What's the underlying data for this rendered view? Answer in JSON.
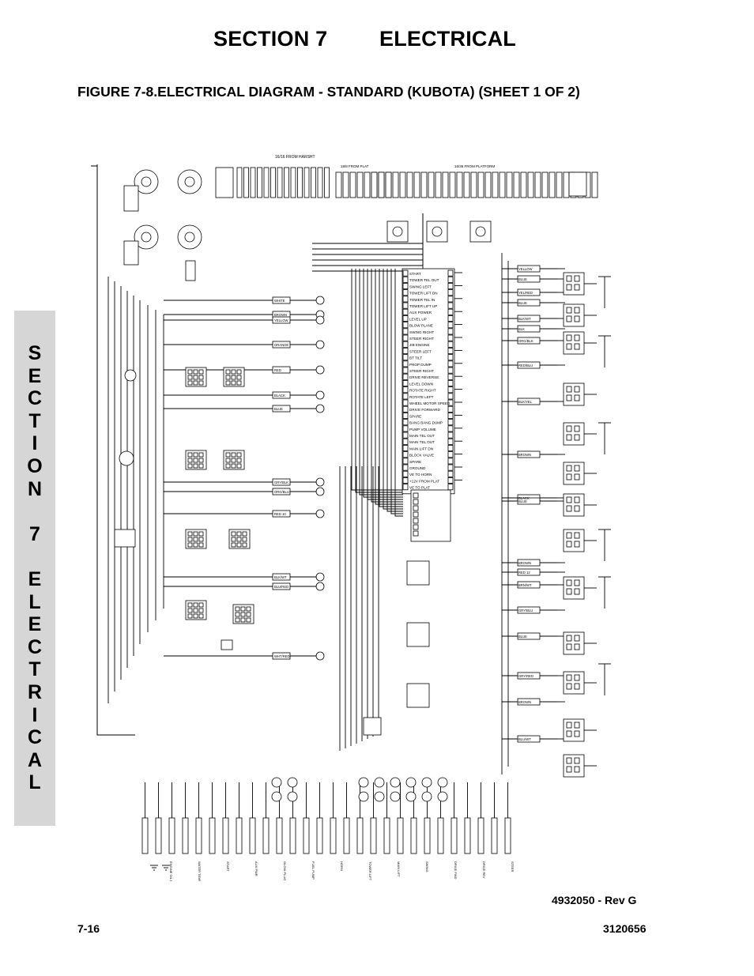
{
  "header": {
    "section_label": "SECTION 7",
    "section_title": "ELECTRICAL"
  },
  "figure": {
    "title": "FIGURE 7-8.ELECTRICAL DIAGRAM - STANDARD (KUBOTA) (SHEET 1 OF 2)",
    "top_labels": [
      "16/16 FROM HARSHT",
      "18/8 FROM PLAT",
      "16/36 FROM PLATFORM"
    ],
    "terminal_strip": [
      "START",
      "TOWER TEL OUT",
      "SWING LEFT",
      "TOWER LIFT DN",
      "TOWER TEL IN",
      "TOWER LIFT UP",
      "AUX POWER",
      "LEVEL UP",
      "BLOW PLANE",
      "SWING RIGHT",
      "STEER RIGHT",
      "JIB ENGINE",
      "STEER LEFT",
      "BT TILT",
      "PROP DUMP",
      "STEER RIGHT",
      "DRIVE REVERSE",
      "LEVEL DOWN",
      "ROTATE RIGHT",
      "ROTATE LEFT",
      "WHEEL MOTOR SPEED",
      "DRIVE FORWARD",
      "SPARE",
      "BANG BANG DUMP",
      "PUMP VOLUME",
      "MAIN TEL OUT",
      "MAIN TEL OUT",
      "MAIN LIFT DN",
      "BLOCK VALVE",
      "SPARE",
      "GROUND",
      "VE TO HORN",
      "+12V FROM PLAT",
      "VE TO PLAT"
    ],
    "left_wire_labels": [
      "WHITE",
      "BROWN",
      "YELLOW",
      "ORANGE",
      "RED",
      "BLACK",
      "BLUE",
      "GRY/BLK",
      "ORG/BLU",
      "RED 10",
      "BLK/WT",
      "BLU/RED",
      "WHT/RED"
    ],
    "right_wire_labels": [
      "YELLOW",
      "BLUE",
      "YEL/RED",
      "BLUE",
      "BLK/WT",
      "BLK",
      "ORG/BLK",
      "RED/BLU",
      "BLK/YEL",
      "BROWN",
      "BLACK",
      "BLUE",
      "BROWN",
      "RED 12",
      "BRN/WT",
      "GRY/BLU",
      "BLUE",
      "GRY/RED",
      "BROWN",
      "BLU/WT"
    ],
    "bottom_labels": [
      "ENGINE OIL PRESS",
      "WATER TEMP",
      "START",
      "AUX PWR",
      "GLOW PLUG",
      "FUEL PUMP",
      "HORN",
      "TOWER LIFT",
      "MAIN LIFT",
      "SWING",
      "DRIVE FWD",
      "DRIVE REV",
      "STEER"
    ]
  },
  "side_tab": {
    "letters": [
      "S",
      "E",
      "C",
      "T",
      "I",
      "O",
      "N",
      "",
      "7",
      "",
      "E",
      "L",
      "E",
      "C",
      "T",
      "R",
      "I",
      "C",
      "A",
      "L"
    ]
  },
  "footer": {
    "revision": "4932050 - Rev G",
    "page_number": "7-16",
    "document_number": "3120656"
  },
  "colors": {
    "side_tab_bg": "#d6d6d6",
    "line": "#000000"
  }
}
